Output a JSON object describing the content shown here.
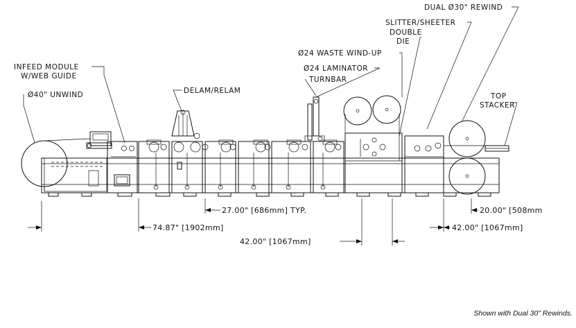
{
  "labels": {
    "dual_rewind": "DUAL Ø30\" REWIND",
    "slitter_sheeter": "SLITTER/SHEETER",
    "double": "DOUBLE",
    "die": "DIE",
    "waste_windup": "Ø24 WASTE WIND-UP",
    "laminator": "Ø24 LAMINATOR",
    "turnbar": "TURNBAR",
    "infeed_line1": "INFEED MODULE",
    "infeed_line2": "W/WEB GUIDE",
    "unwind": "Ø40\" UNWIND",
    "delam": "DELAM/RELAM",
    "top": "TOP",
    "stacker": "STACKER"
  },
  "dimensions": {
    "typ_spacing": "27.00\" [686mm] TYP.",
    "rewind_offset": "20.00\" [508mm",
    "infeed_length": "74.87\" [1902mm]",
    "rewind_length": "42.00\" [1067mm]",
    "die_length": "42.00\" [1067mm]"
  },
  "caption": "Shown with Dual 30\" Rewinds."
}
